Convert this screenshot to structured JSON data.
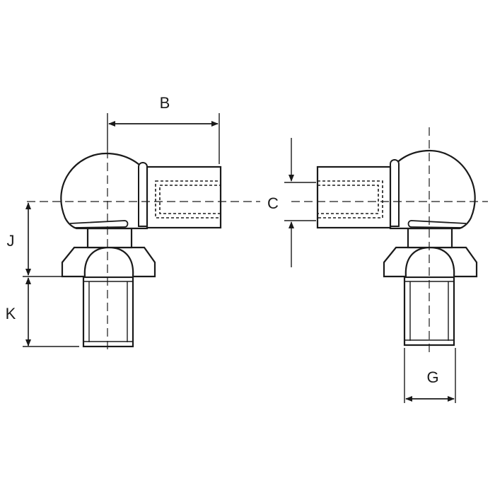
{
  "diagram": {
    "labels": {
      "B": "B",
      "C": "C",
      "J": "J",
      "K": "K",
      "G": "G"
    },
    "colors": {
      "line": "#1a1a1a",
      "fill": "#ffffff"
    }
  }
}
